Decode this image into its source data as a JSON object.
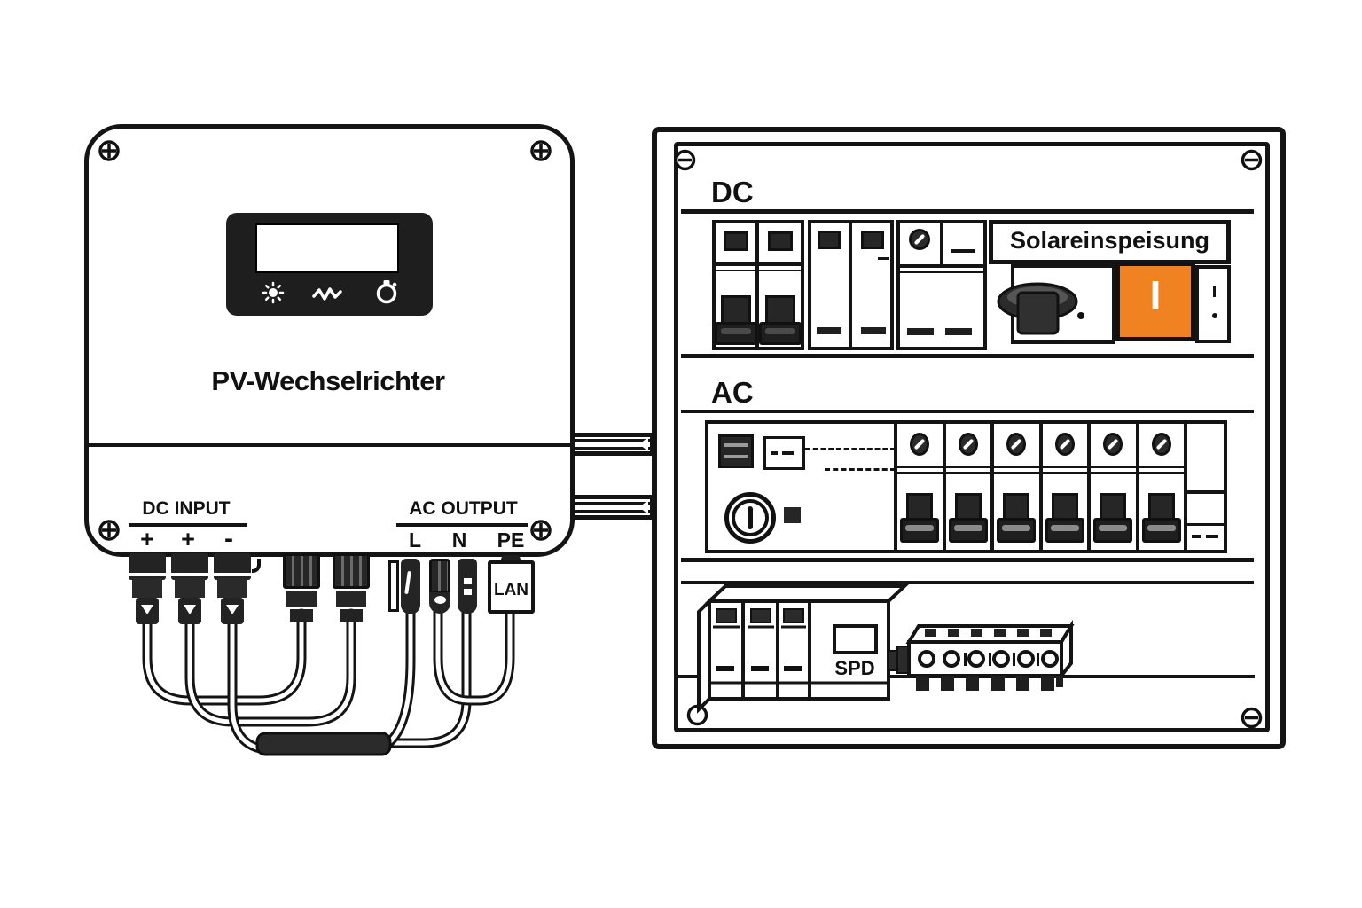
{
  "colors": {
    "line": "#141414",
    "dark": "#2b2b2b",
    "accent_orange": "#F08222"
  },
  "inverter": {
    "title": "PV-Wechselrichter",
    "display": {
      "icons": [
        "sun-icon",
        "waveform-icon",
        "timer-icon"
      ]
    },
    "dc_input": {
      "label": "DC INPUT",
      "terminals": [
        "+",
        "+",
        "-"
      ]
    },
    "ac_output": {
      "label": "AC OUTPUT",
      "terminals": [
        "L",
        "N",
        "PE"
      ]
    },
    "lan_label": "LAN"
  },
  "panel": {
    "sections": {
      "dc": {
        "label": "DC",
        "feed_label": "Solareinspeisung",
        "switch_position_label": "I"
      },
      "ac": {
        "label": "AC"
      },
      "protection": {
        "spd_label": "SPD"
      }
    }
  }
}
